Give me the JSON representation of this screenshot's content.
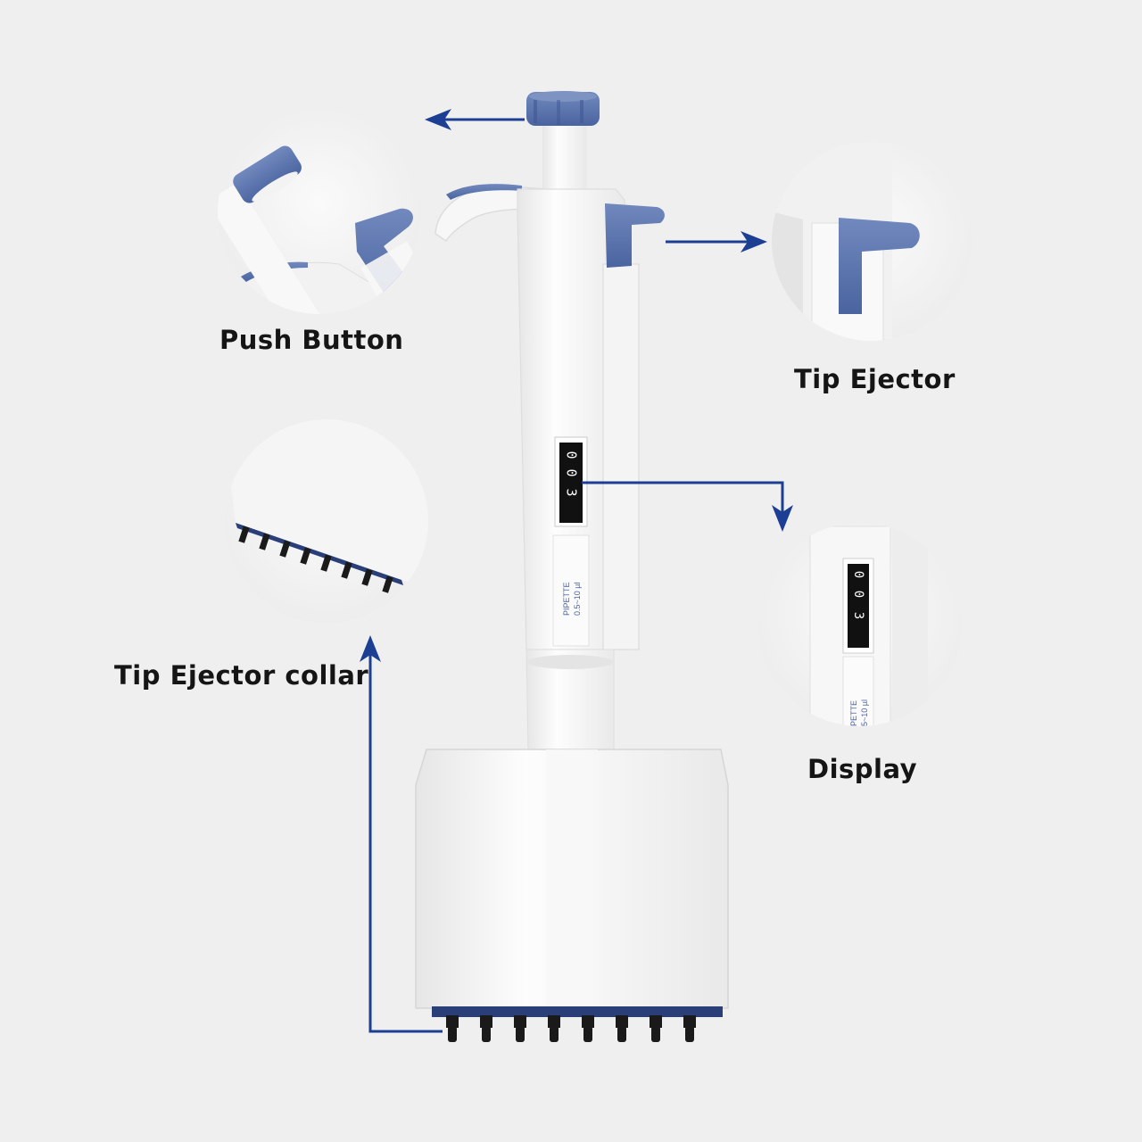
{
  "labels": {
    "push_button": "Push Button",
    "tip_ejector": "Tip Ejector",
    "tip_ejector_collar": "Tip Ejector collar",
    "display": "Display"
  },
  "display_digits": [
    "0",
    "0",
    "3"
  ],
  "zoom_display_digits": [
    "0",
    "0",
    "3"
  ],
  "body_print": {
    "line1": "PIPETTE",
    "line2": "0.5~10 µl"
  },
  "zoom_body_print": {
    "line1": "PETTE",
    "line2": "5~10 µl"
  },
  "tip_count": 8,
  "colors": {
    "background": "#efefef",
    "accent_blue": "#5470a8",
    "arrow_blue": "#1c3f94",
    "body_white": "#fafafa",
    "tip_black": "#1a1a1a"
  }
}
